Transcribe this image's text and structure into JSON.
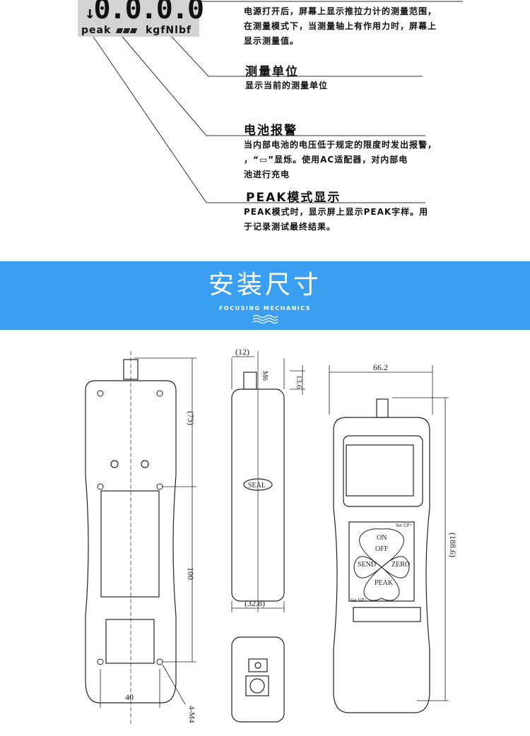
{
  "lcd": {
    "digits": "0.0.0.0",
    "arrow": "↓",
    "peak": "peak",
    "units": "kgfNlbf"
  },
  "sections": [
    {
      "body_lines": [
        "电源打开后，屏幕上显示推拉力计的测量范围，",
        "在测量模式下，当测量轴上有作用力时，屏幕上",
        "显示测量值。"
      ]
    },
    {
      "title": "测量单位",
      "body_lines": [
        "显示当前的测量单位"
      ]
    },
    {
      "title": "电池报警",
      "body_lines": [
        "当内部电池的电压低于规定的限度时发出报警，",
        "，“▭”显烁。使用AC适配器，对内部电",
        "池进行充电"
      ]
    },
    {
      "title": "PEAK模式显示",
      "body_lines": [
        "PEAK模式时，显示屏上显示PEAK字样。用",
        "于记录测试最终结果。"
      ]
    }
  ],
  "banner": {
    "title": "安装尺寸",
    "subtitle": "FOCUSING MECHANICS",
    "color": "#3a9ff0"
  },
  "dimensions": {
    "side_width": "(12)",
    "thread": "M6",
    "thread_len": "13.6",
    "front_width": "66.2",
    "top_len": "(73)",
    "mid_len": "100",
    "hole_span": "40",
    "holes": "4-M4",
    "depth": "(32.8)",
    "total_len": "(188.6)"
  },
  "device": {
    "seal": "SEAL",
    "buttons": {
      "on": "ON",
      "off": "OFF",
      "send": "SEND",
      "zero": "ZERO",
      "peak": "PEAK"
    },
    "setup_up": "Set UP↑",
    "setup_down": "Set UP↓"
  }
}
